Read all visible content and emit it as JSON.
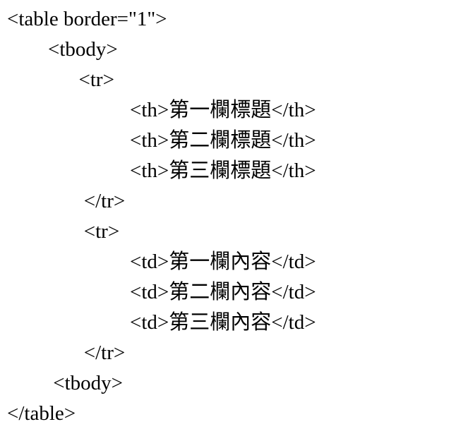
{
  "code": {
    "language": "html",
    "lines": [
      "<table border=\"1\">",
      "        <tbody>",
      "              <tr>",
      "                        <th>第一欄標題</th>",
      "                        <th>第二欄標題</th>",
      "                        <th>第三欄標題</th>",
      "               </tr>",
      "               <tr>",
      "                        <td>第一欄內容</td>",
      "                        <td>第二欄內容</td>",
      "                        <td>第三欄內容</td>",
      "               </tr>",
      "         <tbody>",
      "</table>"
    ]
  }
}
